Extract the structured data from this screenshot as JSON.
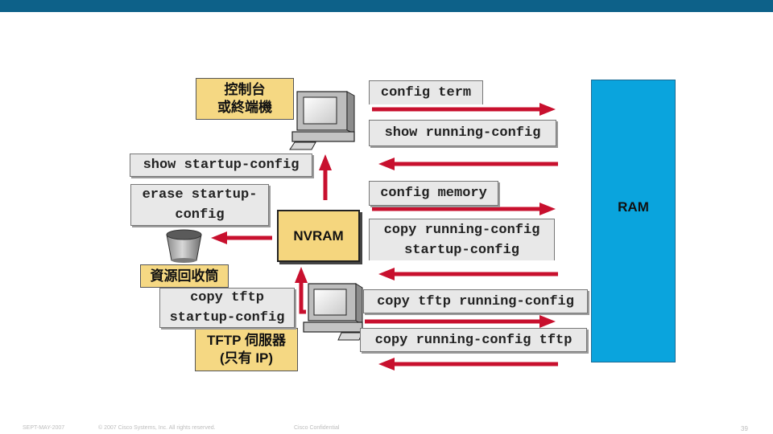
{
  "colors": {
    "topbar": "#0d6189",
    "ram": "#0aa4dd",
    "label_fill": "#f5d883",
    "nvram_fill": "#f5d67e",
    "arrow": "#c8102e",
    "command_fill": "#e8e8e8"
  },
  "commands": {
    "config_term": "config term",
    "show_running_config": "show running-config",
    "show_startup_config": "show startup-config",
    "erase_startup_config": "erase startup-\nconfig",
    "config_memory": "config memory",
    "copy_running_startup": "copy running-config\nstartup-config",
    "copy_tftp_startup": "copy tftp\nstartup-config",
    "copy_tftp_running": "copy tftp running-config",
    "copy_running_tftp": "copy running-config tftp"
  },
  "labels": {
    "console": "控制台\n或終端機",
    "recycle_bin": "資源回收筒",
    "tftp_server": "TFTP 伺服器\n(只有 IP)",
    "nvram": "NVRAM",
    "ram": "RAM"
  },
  "icons": {
    "console_computer": "computer-icon",
    "tftp_computer": "computer-icon",
    "trash": "trash-bin-icon"
  },
  "footer": {
    "date": "SEPT-MAY-2007",
    "copyright": "© 2007 Cisco Systems, Inc. All rights reserved.",
    "confidential": "Cisco Confidential",
    "page_number": "39"
  }
}
